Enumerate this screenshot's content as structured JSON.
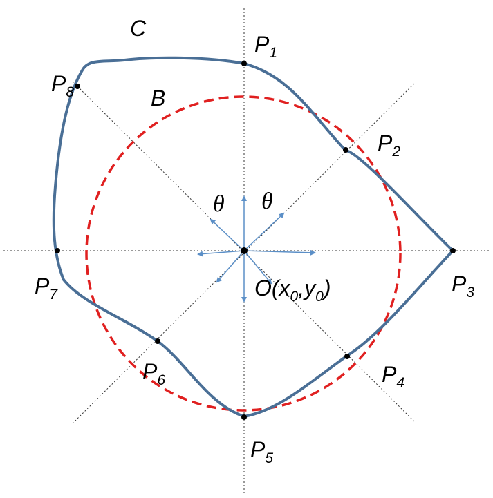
{
  "curve_label": "C",
  "circle_label": "B",
  "angle_label": "θ",
  "center_label": {
    "base": "O(x",
    "sub0": "0",
    "comma": ",y",
    "sub1": "0",
    "close": ")"
  },
  "points": [
    {
      "name": "P",
      "index": "1"
    },
    {
      "name": "P",
      "index": "2"
    },
    {
      "name": "P",
      "index": "3"
    },
    {
      "name": "P",
      "index": "4"
    },
    {
      "name": "P",
      "index": "5"
    },
    {
      "name": "P",
      "index": "6"
    },
    {
      "name": "P",
      "index": "7"
    },
    {
      "name": "P",
      "index": "8"
    }
  ],
  "colors": {
    "curve": "#4a6f96",
    "circle": "#e02020",
    "arrows": "#5b8fc7",
    "guides": "#333333",
    "points": "#000000"
  }
}
